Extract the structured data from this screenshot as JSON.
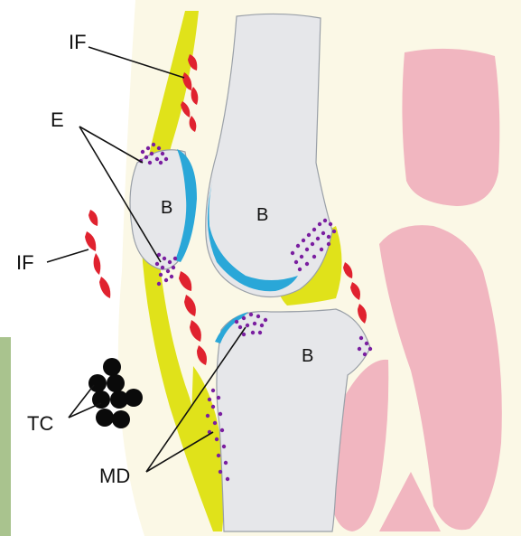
{
  "labels": {
    "if_top": "IF",
    "if_left": "IF",
    "e": "E",
    "b_patella": "B",
    "b_femur": "B",
    "b_tibia": "B",
    "tc": "TC",
    "md": "MD"
  },
  "colors": {
    "background": "#ffffff",
    "capsule_fill": "#fbf8e6",
    "green_panel": "#a9c38e",
    "bone": "#e6e7ea",
    "cartilage": "#2aa7d8",
    "yellow_tissue": "#e0e21a",
    "muscle": "#f1b6c0",
    "red_fibers": "#e0222f",
    "purple_dots": "#7a1fa0",
    "tc_cells": "#0a0a0a"
  }
}
